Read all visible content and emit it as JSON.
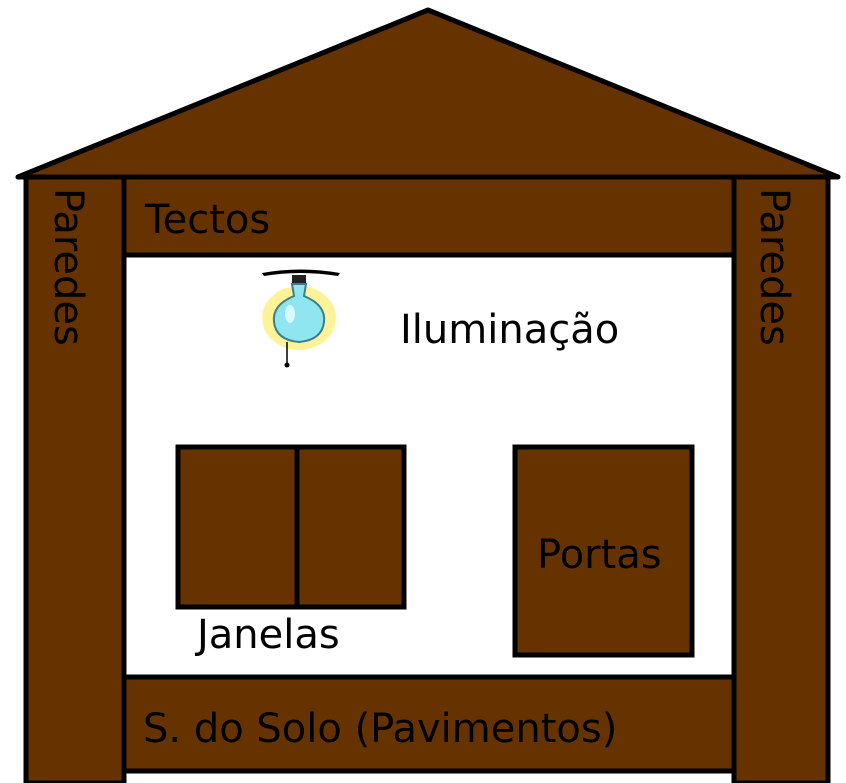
{
  "colors": {
    "wood": "#663300",
    "outline": "#000000",
    "interior": "#ffffff",
    "bulb_glass": "#8fe6f0",
    "bulb_glow": "#fff39a"
  },
  "labels": {
    "ceiling": "Tectos",
    "wall_left": "Paredes",
    "wall_right": "Paredes",
    "lighting": "Iluminação",
    "windows": "Janelas",
    "doors": "Portas",
    "floor": "S. do Solo (Pavimentos)"
  },
  "icons": {
    "lamp": "light-bulb-icon"
  }
}
